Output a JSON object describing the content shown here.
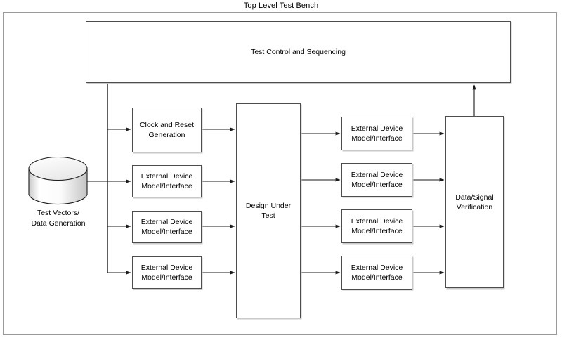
{
  "diagram": {
    "title": "Top Level Test Bench",
    "frame": {
      "stroke": "#9a9a9a"
    },
    "boxes": {
      "control": {
        "label": "Test Control and Sequencing"
      },
      "clock_reset": {
        "label": "Clock and Reset\nGeneration"
      },
      "left_ext_1": {
        "label": "External Device\nModel/Interface"
      },
      "left_ext_2": {
        "label": "External Device\nModel/Interface"
      },
      "left_ext_3": {
        "label": "External Device\nModel/Interface"
      },
      "dut": {
        "label": "Design Under\nTest"
      },
      "right_ext_1": {
        "label": "External Device\nModel/Interface"
      },
      "right_ext_2": {
        "label": "External Device\nModel/Interface"
      },
      "right_ext_3": {
        "label": "External Device\nModel/Interface"
      },
      "right_ext_4": {
        "label": "External Device\nModel/Interface"
      },
      "verification": {
        "label": "Data/Signal\nVerification"
      }
    },
    "datastore": {
      "label": "Test Vectors/\nData Generation",
      "shape": "cylinder-icon"
    },
    "colors": {
      "box_stroke": "#4d4d4d",
      "box_fill": "#ffffff",
      "shadow": "#c9c9c9",
      "arrow": "#1a1a1a",
      "frame": "#9a9a9a",
      "cylinder_top": "#f2f2f2",
      "cylinder_body_light": "#ffffff",
      "cylinder_body_dark": "#c4c4c4"
    },
    "connections": [
      {
        "name": "datastore-to-bus",
        "from": "datastore",
        "to": "input-bus"
      },
      {
        "name": "bus-to-control",
        "from": "input-bus",
        "to": "control"
      },
      {
        "name": "bus-to-clock-reset",
        "from": "input-bus",
        "to": "clock_reset"
      },
      {
        "name": "bus-to-left-ext-1",
        "from": "input-bus",
        "to": "left_ext_1"
      },
      {
        "name": "bus-to-left-ext-2",
        "from": "input-bus",
        "to": "left_ext_2"
      },
      {
        "name": "bus-to-left-ext-3",
        "from": "input-bus",
        "to": "left_ext_3"
      },
      {
        "name": "clock-reset-to-dut",
        "from": "clock_reset",
        "to": "dut"
      },
      {
        "name": "left-ext-1-to-dut",
        "from": "left_ext_1",
        "to": "dut"
      },
      {
        "name": "left-ext-2-to-dut",
        "from": "left_ext_2",
        "to": "dut"
      },
      {
        "name": "left-ext-3-to-dut",
        "from": "left_ext_3",
        "to": "dut"
      },
      {
        "name": "dut-to-right-ext-1",
        "from": "dut",
        "to": "right_ext_1"
      },
      {
        "name": "dut-to-right-ext-2",
        "from": "dut",
        "to": "right_ext_2"
      },
      {
        "name": "dut-to-right-ext-3",
        "from": "dut",
        "to": "right_ext_3"
      },
      {
        "name": "dut-to-right-ext-4",
        "from": "dut",
        "to": "right_ext_4"
      },
      {
        "name": "right-ext-1-to-verification",
        "from": "right_ext_1",
        "to": "verification"
      },
      {
        "name": "right-ext-2-to-verification",
        "from": "right_ext_2",
        "to": "verification"
      },
      {
        "name": "right-ext-3-to-verification",
        "from": "right_ext_3",
        "to": "verification"
      },
      {
        "name": "right-ext-4-to-verification",
        "from": "right_ext_4",
        "to": "verification"
      },
      {
        "name": "verification-to-control",
        "from": "verification",
        "to": "control"
      }
    ]
  }
}
